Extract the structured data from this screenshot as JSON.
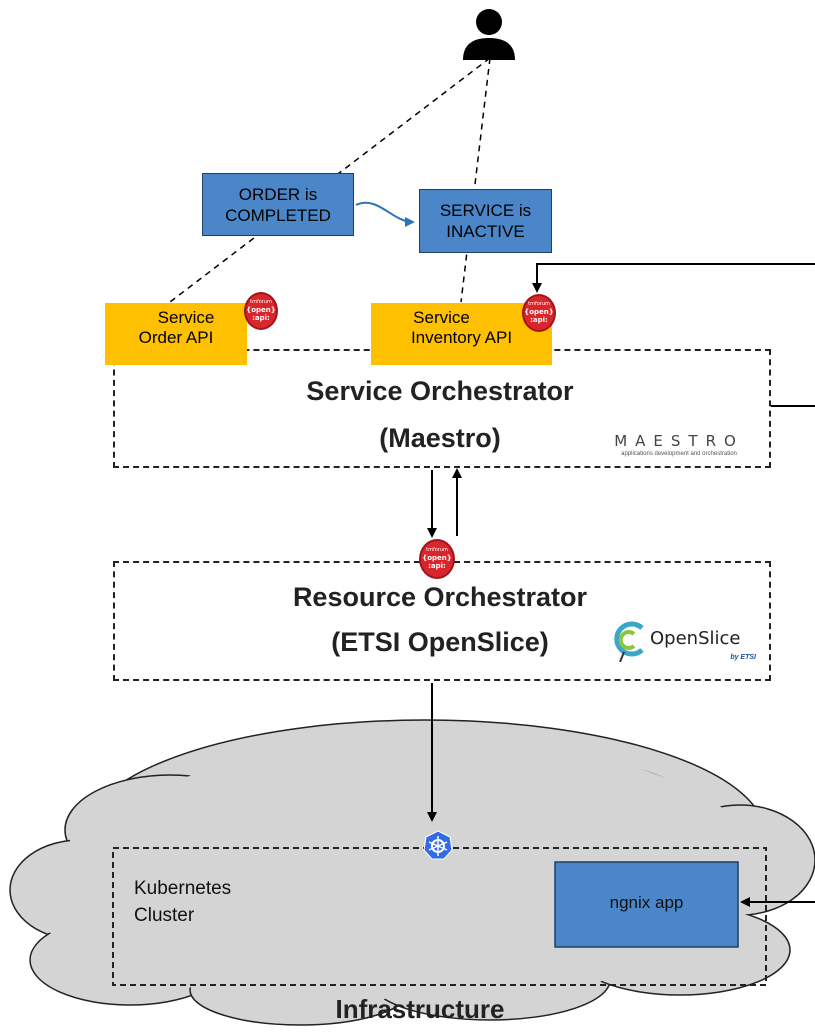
{
  "diagram": {
    "status_boxes": {
      "order": [
        "ORDER is",
        "COMPLETED"
      ],
      "service": [
        "SERVICE is",
        "INACTIVE"
      ]
    },
    "apis": {
      "order_api": [
        "Service",
        "Order API"
      ],
      "inventory_api": [
        "Service",
        "Inventory API"
      ],
      "badge_text": [
        "tmforum",
        "{open}",
        ":api:"
      ]
    },
    "service_orchestrator": {
      "title": "Service Orchestrator",
      "subtitle": "(Maestro)",
      "logo": "MAESTRO",
      "logo_tagline": "applications development and orchestration"
    },
    "resource_orchestrator": {
      "title": "Resource Orchestrator",
      "subtitle": "(ETSI OpenSlice)",
      "logo": "OpenSlice",
      "logo_tagline": "by ETSI"
    },
    "infrastructure": {
      "cluster_label": [
        "Kubernetes",
        "Cluster"
      ],
      "app": "ngnix app",
      "title": "Infrastructure"
    },
    "colors": {
      "status_box": "#4a86c8",
      "api_box": "#ffc000",
      "badge": "#d9262c",
      "cloud": "#d4d4d4",
      "kubernetes": "#326ce5"
    },
    "icons": [
      "user-icon",
      "tmforum-open-api-badge",
      "kubernetes-icon",
      "openslice-logo-icon",
      "maestro-logo"
    ]
  }
}
